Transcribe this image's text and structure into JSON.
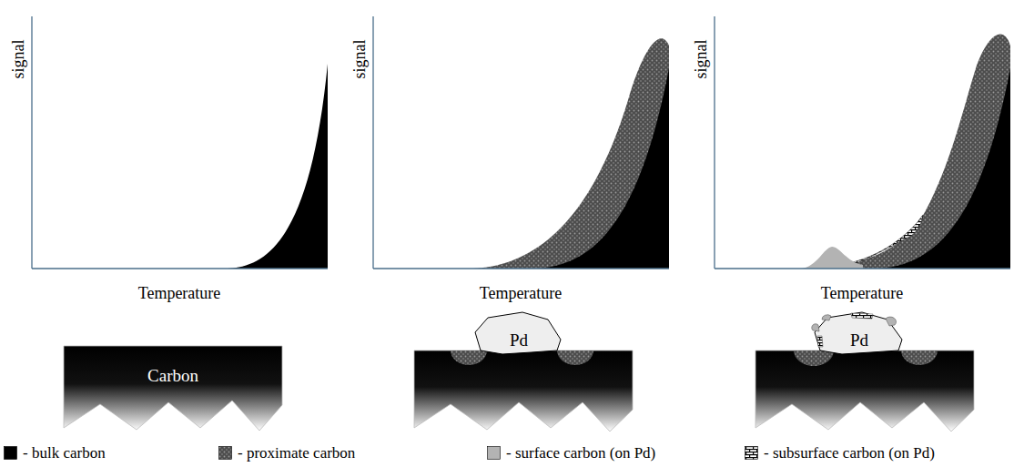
{
  "diagram": {
    "nodes": [
      {
        "text": [
          "Carbon"
        ]
      },
      {
        "text": [
          "Pd"
        ]
      },
      {
        "text": [
          "Pd"
        ]
      }
    ],
    "labels": [
      "signal",
      "Temperature",
      "signal",
      "Temperature",
      "signal",
      "Temperature"
    ],
    "legend": [
      {
        "text": "- bulk carbon",
        "color": "#000000"
      },
      {
        "text": "- proximate carbon"
      },
      {
        "text": "- surface carbon (on Pd)",
        "color": "#b3b3b3"
      },
      {
        "text": "- subsurface carbon (on Pd)"
      }
    ]
  }
}
